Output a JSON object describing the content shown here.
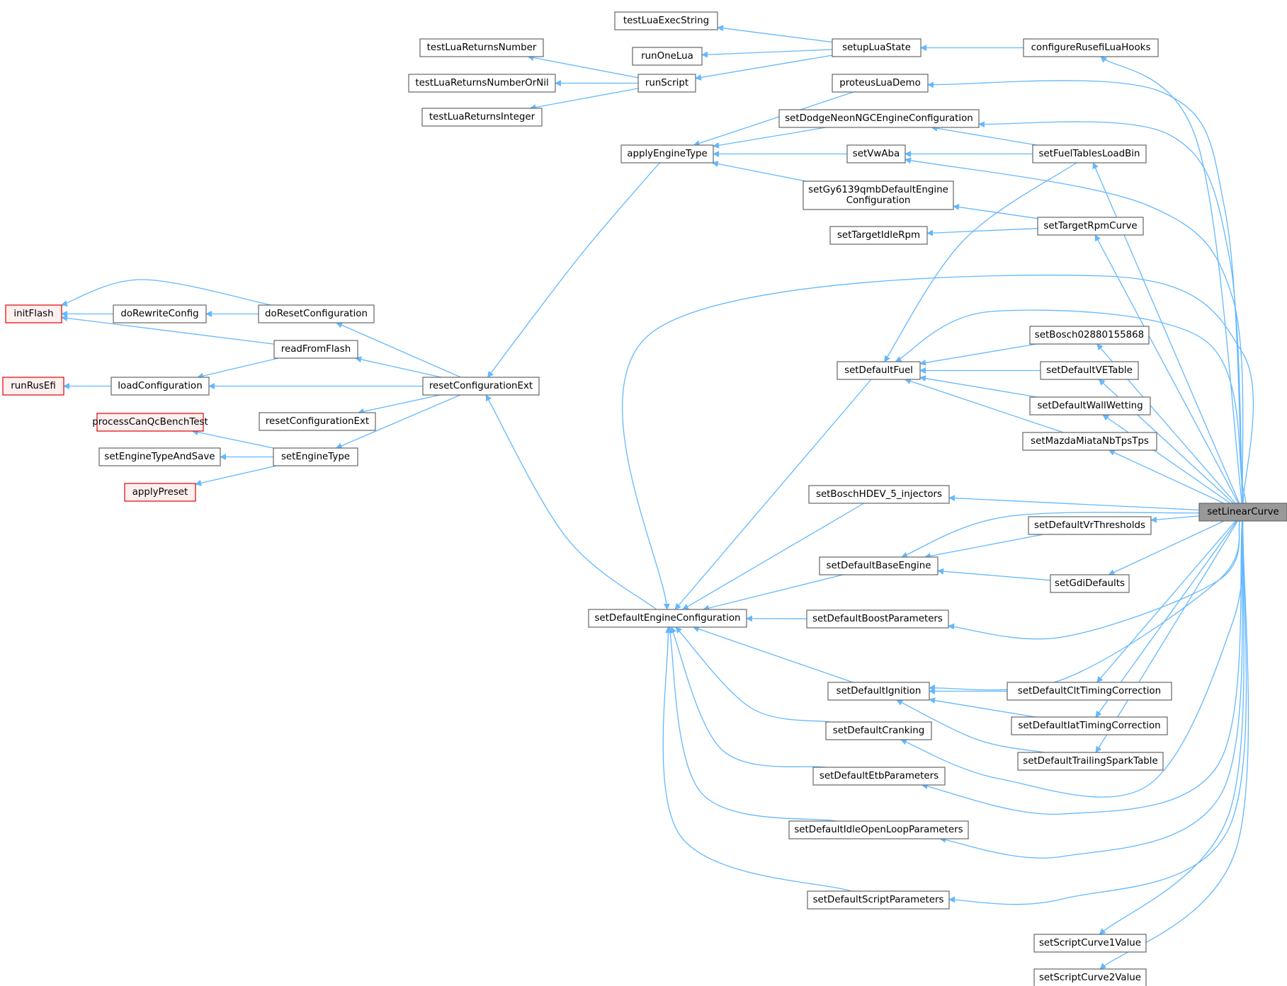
{
  "colors": {
    "edge": "#63b8ff",
    "node_border": "#666666",
    "node_fill": "#ffffff",
    "truncated_border": "#e00000",
    "truncated_fill": "#fff0f0",
    "root_fill": "#999999"
  },
  "nodes": {
    "testLuaExecString": {
      "label": "testLuaExecString"
    },
    "runOneLua": {
      "label": "runOneLua"
    },
    "setupLuaState": {
      "label": "setupLuaState"
    },
    "configureRusefiLuaHooks": {
      "label": "configureRusefiLuaHooks"
    },
    "testLuaReturnsNumber": {
      "label": "testLuaReturnsNumber"
    },
    "testLuaReturnsNumberOrNil": {
      "label": "testLuaReturnsNumberOrNil"
    },
    "testLuaReturnsInteger": {
      "label": "testLuaReturnsInteger"
    },
    "runScript": {
      "label": "runScript"
    },
    "proteusLuaDemo": {
      "label": "proteusLuaDemo"
    },
    "setDodgeNeonNGCEngineConfiguration": {
      "label": "setDodgeNeonNGCEngineConfiguration"
    },
    "applyEngineType": {
      "label": "applyEngineType"
    },
    "setVwAba": {
      "label": "setVwAba"
    },
    "setFuelTablesLoadBin": {
      "label": "setFuelTablesLoadBin"
    },
    "setGy6139qmb": {
      "label": "setGy6139qmbDefaultEngine",
      "label2": "Configuration"
    },
    "setTargetIdleRpm": {
      "label": "setTargetIdleRpm"
    },
    "setTargetRpmCurve": {
      "label": "setTargetRpmCurve"
    },
    "initFlash": {
      "label": "initFlash",
      "truncated": true
    },
    "doRewriteConfig": {
      "label": "doRewriteConfig"
    },
    "doResetConfiguration": {
      "label": "doResetConfiguration"
    },
    "readFromFlash": {
      "label": "readFromFlash"
    },
    "runRusEfi": {
      "label": "runRusEfi",
      "truncated": true
    },
    "loadConfiguration": {
      "label": "loadConfiguration"
    },
    "resetConfigurationExt": {
      "label": "resetConfigurationExt"
    },
    "resetConfigurationExt2": {
      "label": "resetConfigurationExt"
    },
    "processCanQcBenchTest": {
      "label": "processCanQcBenchTest",
      "truncated": true
    },
    "setEngineTypeAndSave": {
      "label": "setEngineTypeAndSave"
    },
    "setEngineType": {
      "label": "setEngineType"
    },
    "applyPreset": {
      "label": "applyPreset",
      "truncated": true
    },
    "setBosch02880155868": {
      "label": "setBosch02880155868"
    },
    "setDefaultFuel": {
      "label": "setDefaultFuel"
    },
    "setDefaultVETable": {
      "label": "setDefaultVETable"
    },
    "setDefaultWallWetting": {
      "label": "setDefaultWallWetting"
    },
    "setMazdaMiataNbTpsTps": {
      "label": "setMazdaMiataNbTpsTps"
    },
    "setBoschHDEV_5_injectors": {
      "label": "setBoschHDEV_5_injectors"
    },
    "setLinearCurve": {
      "label": "setLinearCurve",
      "root": true
    },
    "setDefaultVrThresholds": {
      "label": "setDefaultVrThresholds"
    },
    "setDefaultBaseEngine": {
      "label": "setDefaultBaseEngine"
    },
    "setGdiDefaults": {
      "label": "setGdiDefaults"
    },
    "setDefaultEngineConfiguration": {
      "label": "setDefaultEngineConfiguration"
    },
    "setDefaultBoostParameters": {
      "label": "setDefaultBoostParameters"
    },
    "setDefaultIgnition": {
      "label": "setDefaultIgnition"
    },
    "setDefaultCltTimingCorrection": {
      "label": "setDefaultCltTimingCorrection"
    },
    "setDefaultIatTimingCorrection": {
      "label": "setDefaultIatTimingCorrection"
    },
    "setDefaultCranking": {
      "label": "setDefaultCranking"
    },
    "setDefaultTrailingSparkTable": {
      "label": "setDefaultTrailingSparkTable"
    },
    "setDefaultEtbParameters": {
      "label": "setDefaultEtbParameters"
    },
    "setDefaultIdleOpenLoopParameters": {
      "label": "setDefaultIdleOpenLoopParameters"
    },
    "setDefaultScriptParameters": {
      "label": "setDefaultScriptParameters"
    },
    "setScriptCurve1Value": {
      "label": "setScriptCurve1Value"
    },
    "setScriptCurve2Value": {
      "label": "setScriptCurve2Value"
    }
  },
  "edges": [
    [
      "testLuaExecString",
      "setupLuaState"
    ],
    [
      "runOneLua",
      "setupLuaState"
    ],
    [
      "runScript",
      "setupLuaState"
    ],
    [
      "setupLuaState",
      "configureRusefiLuaHooks"
    ],
    [
      "configureRusefiLuaHooks",
      "setLinearCurve"
    ],
    [
      "testLuaReturnsNumber",
      "runScript"
    ],
    [
      "testLuaReturnsNumberOrNil",
      "runScript"
    ],
    [
      "testLuaReturnsInteger",
      "runScript"
    ],
    [
      "applyEngineType",
      "proteusLuaDemo"
    ],
    [
      "proteusLuaDemo",
      "setLinearCurve"
    ],
    [
      "applyEngineType",
      "setDodgeNeonNGCEngineConfiguration"
    ],
    [
      "setDodgeNeonNGCEngineConfiguration",
      "setFuelTablesLoadBin"
    ],
    [
      "setDodgeNeonNGCEngineConfiguration",
      "setLinearCurve"
    ],
    [
      "applyEngineType",
      "setVwAba"
    ],
    [
      "setVwAba",
      "setFuelTablesLoadBin"
    ],
    [
      "setVwAba",
      "setLinearCurve"
    ],
    [
      "setFuelTablesLoadBin",
      "setLinearCurve"
    ],
    [
      "applyEngineType",
      "setGy6139qmb"
    ],
    [
      "setGy6139qmb",
      "setTargetRpmCurve"
    ],
    [
      "setTargetIdleRpm",
      "setTargetRpmCurve"
    ],
    [
      "setTargetRpmCurve",
      "setLinearCurve"
    ],
    [
      "resetConfigurationExt",
      "applyEngineType"
    ],
    [
      "initFlash",
      "doRewriteConfig"
    ],
    [
      "doRewriteConfig",
      "doResetConfiguration"
    ],
    [
      "initFlash",
      "doResetConfiguration"
    ],
    [
      "initFlash",
      "readFromFlash"
    ],
    [
      "doResetConfiguration",
      "resetConfigurationExt"
    ],
    [
      "readFromFlash",
      "resetConfigurationExt"
    ],
    [
      "loadConfiguration",
      "readFromFlash"
    ],
    [
      "runRusEfi",
      "loadConfiguration"
    ],
    [
      "loadConfiguration",
      "resetConfigurationExt"
    ],
    [
      "resetConfigurationExt2",
      "resetConfigurationExt"
    ],
    [
      "setEngineType",
      "resetConfigurationExt"
    ],
    [
      "processCanQcBenchTest",
      "setEngineType"
    ],
    [
      "setEngineTypeAndSave",
      "setEngineType"
    ],
    [
      "applyPreset",
      "setEngineType"
    ],
    [
      "resetConfigurationExt",
      "setDefaultEngineConfiguration"
    ],
    [
      "setDefaultEngineConfiguration",
      "setDefaultFuel"
    ],
    [
      "setDefaultFuel",
      "setFuelTablesLoadBin"
    ],
    [
      "setDefaultFuel",
      "setBosch02880155868"
    ],
    [
      "setDefaultFuel",
      "setDefaultVETable"
    ],
    [
      "setDefaultFuel",
      "setDefaultWallWetting"
    ],
    [
      "setDefaultFuel",
      "setMazdaMiataNbTpsTps"
    ],
    [
      "setDefaultFuel",
      "setLinearCurve"
    ],
    [
      "setBosch02880155868",
      "setLinearCurve"
    ],
    [
      "setDefaultVETable",
      "setLinearCurve"
    ],
    [
      "setDefaultWallWetting",
      "setLinearCurve"
    ],
    [
      "setMazdaMiataNbTpsTps",
      "setLinearCurve"
    ],
    [
      "setDefaultEngineConfiguration",
      "setLinearCurve"
    ],
    [
      "setDefaultEngineConfiguration",
      "setBoschHDEV_5_injectors"
    ],
    [
      "setBoschHDEV_5_injectors",
      "setLinearCurve"
    ],
    [
      "setDefaultEngineConfiguration",
      "setDefaultBaseEngine"
    ],
    [
      "setDefaultBaseEngine",
      "setLinearCurve"
    ],
    [
      "setDefaultBaseEngine",
      "setDefaultVrThresholds"
    ],
    [
      "setDefaultBaseEngine",
      "setGdiDefaults"
    ],
    [
      "setDefaultVrThresholds",
      "setLinearCurve"
    ],
    [
      "setGdiDefaults",
      "setLinearCurve"
    ],
    [
      "setDefaultEngineConfiguration",
      "setDefaultBoostParameters"
    ],
    [
      "setDefaultBoostParameters",
      "setLinearCurve"
    ],
    [
      "setDefaultEngineConfiguration",
      "setDefaultIgnition"
    ],
    [
      "setDefaultIgnition",
      "setLinearCurve"
    ],
    [
      "setDefaultIgnition",
      "setDefaultCltTimingCorrection"
    ],
    [
      "setDefaultIgnition",
      "setDefaultIatTimingCorrection"
    ],
    [
      "setDefaultIgnition",
      "setDefaultTrailingSparkTable"
    ],
    [
      "setDefaultCltTimingCorrection",
      "setLinearCurve"
    ],
    [
      "setDefaultIatTimingCorrection",
      "setLinearCurve"
    ],
    [
      "setDefaultTrailingSparkTable",
      "setLinearCurve"
    ],
    [
      "setDefaultEngineConfiguration",
      "setDefaultCranking"
    ],
    [
      "setDefaultCranking",
      "setLinearCurve"
    ],
    [
      "setDefaultEngineConfiguration",
      "setDefaultEtbParameters"
    ],
    [
      "setDefaultEtbParameters",
      "setLinearCurve"
    ],
    [
      "setDefaultEngineConfiguration",
      "setDefaultIdleOpenLoopParameters"
    ],
    [
      "setDefaultIdleOpenLoopParameters",
      "setLinearCurve"
    ],
    [
      "setDefaultEngineConfiguration",
      "setDefaultScriptParameters"
    ],
    [
      "setDefaultScriptParameters",
      "setLinearCurve"
    ],
    [
      "setScriptCurve1Value",
      "setLinearCurve"
    ],
    [
      "setScriptCurve2Value",
      "setLinearCurve"
    ]
  ]
}
